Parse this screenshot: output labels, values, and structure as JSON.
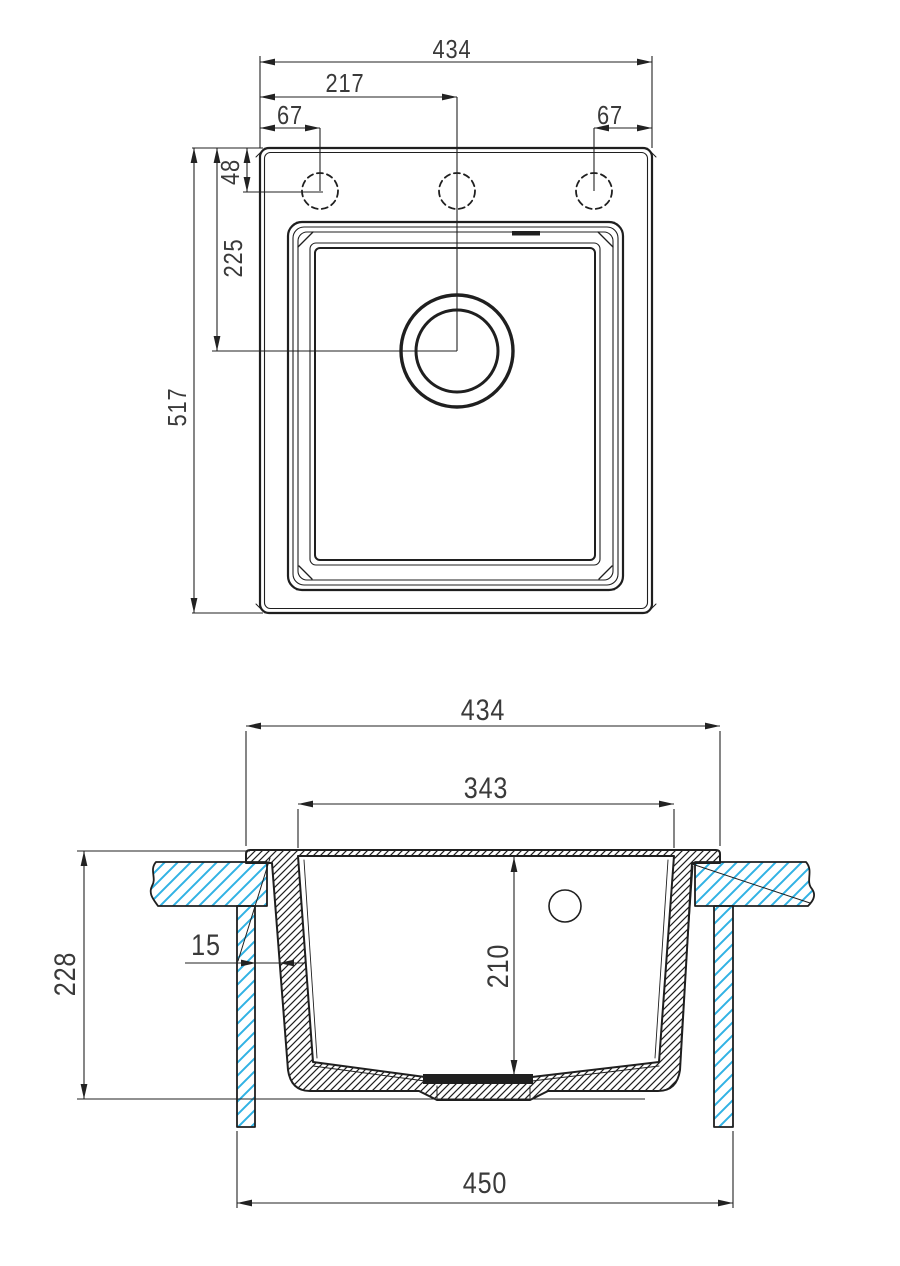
{
  "drawing_type": "kitchen sink installation drawing",
  "colors": {
    "line": "#1f1f1f",
    "countertop_hatch": "#31b2e4",
    "dimension_text": "#3a3a3a",
    "background": "#ffffff"
  },
  "top_view": {
    "name": "plan view",
    "dims": {
      "overall_width": "434",
      "faucet_center_offset": "217",
      "hole_offset_left": "67",
      "hole_offset_right": "67",
      "hole_setback": "48",
      "drain_setback": "225",
      "overall_depth": "517"
    }
  },
  "section_view": {
    "name": "front section view",
    "dims": {
      "overall_width": "434",
      "bowl_top_width": "343",
      "overall_height": "228",
      "side_clearance": "15",
      "bowl_depth": "210",
      "cabinet_min_width": "450"
    }
  }
}
